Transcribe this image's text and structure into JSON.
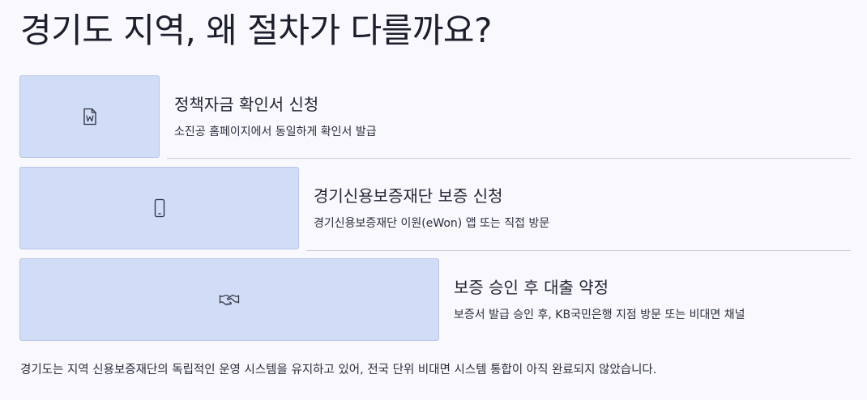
{
  "title": "경기도 지역, 왜 절차가 다를까요?",
  "steps": [
    {
      "title": "정책자금 확인서 신청",
      "description": "소진공 홈페이지에서 동일하게 확인서 발급",
      "icon": "word-document-icon"
    },
    {
      "title": "경기신용보증재단 보증 신청",
      "description": "경기신용보증재단 이원(eWon) 앱 또는 직접 방문",
      "icon": "smartphone-icon"
    },
    {
      "title": "보증 승인 후 대출 약정",
      "description": "보증서 발급 승인 후, KB국민은행 지점 방문 또는 비대면 채널",
      "icon": "handshake-icon"
    }
  ],
  "footnote": "경기도는 지역 신용보증재단의 독립적인 운영 시스템을 유지하고 있어, 전국 단위 비대면 시스템 통합이 아직 완료되지 않았습니다.",
  "colors": {
    "background": "#f8f8fd",
    "box_fill": "#d1dcf7",
    "box_border": "#b9c6e8",
    "divider": "#c9ccd8"
  }
}
